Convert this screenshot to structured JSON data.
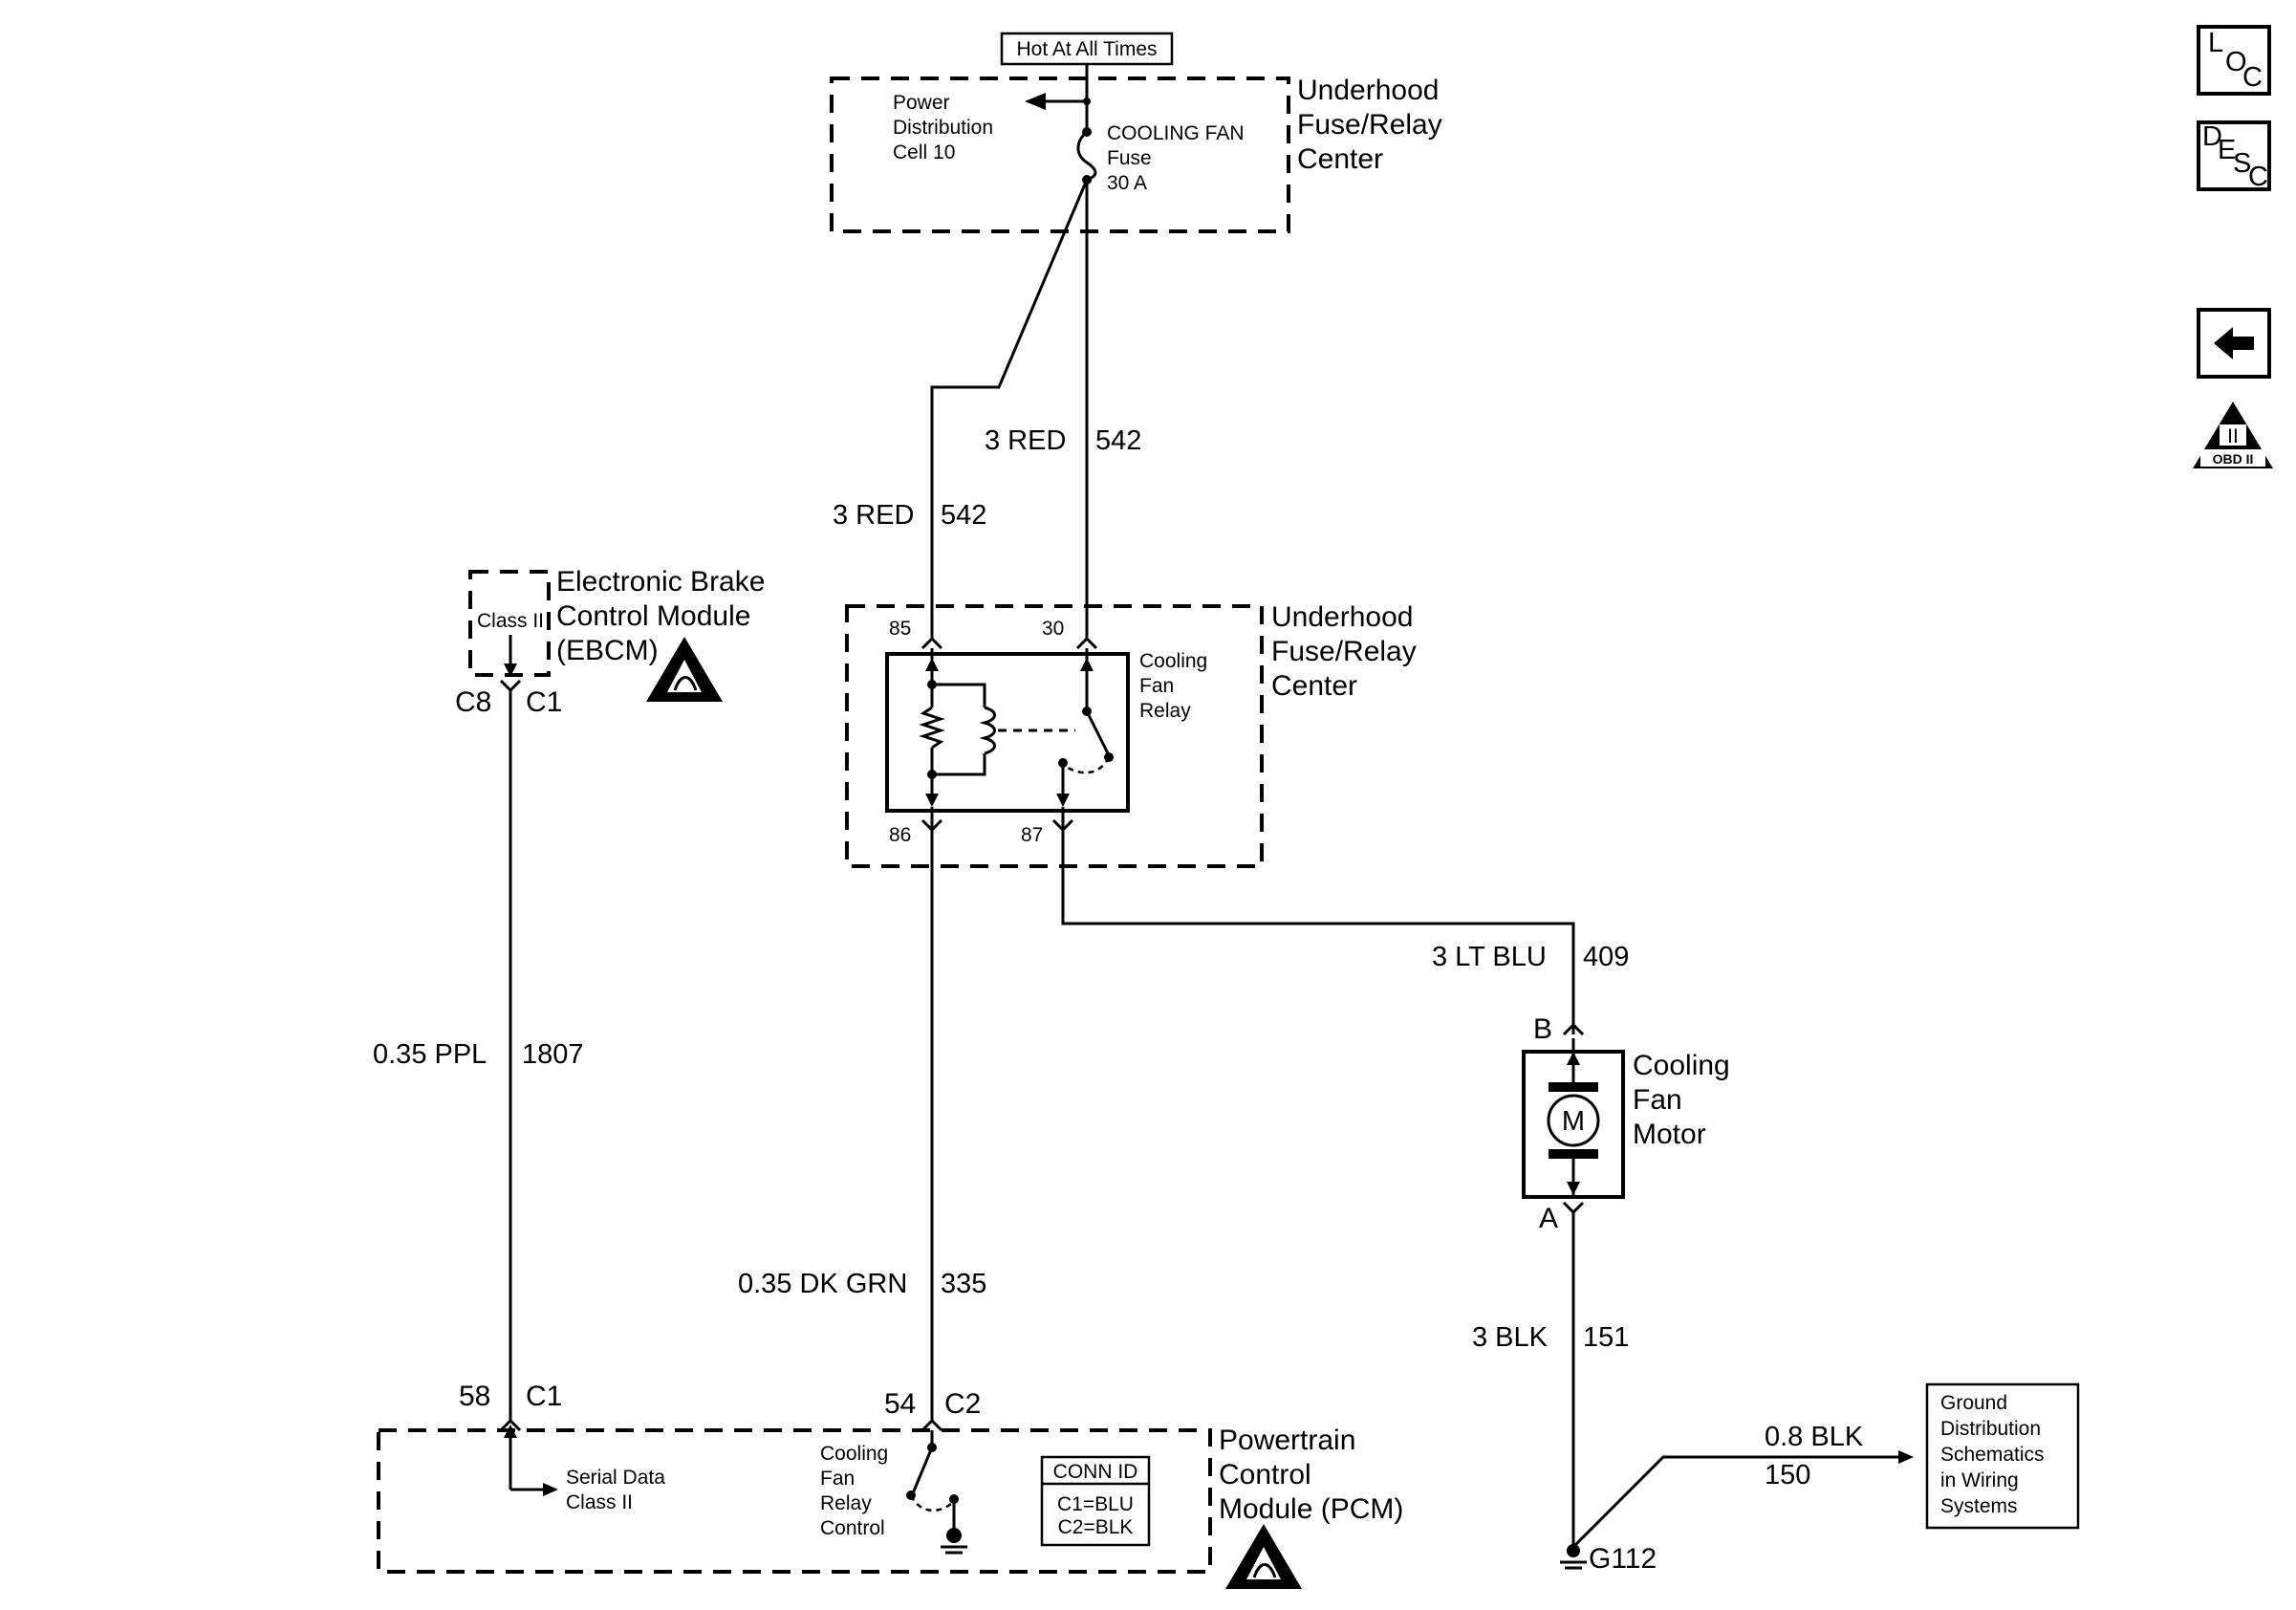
{
  "supply": {
    "hot_label": "Hot At All Times",
    "fuse_center_title": [
      "Underhood",
      "Fuse/Relay",
      "Center"
    ],
    "power_distribution": [
      "Power",
      "Distribution",
      "Cell 10"
    ],
    "fuse": [
      "COOLING FAN",
      "Fuse",
      "30 A"
    ]
  },
  "wires": {
    "relay_coil_feed": {
      "size_color": "3 RED",
      "circuit": "542"
    },
    "relay_switch_feed": {
      "size_color": "3 RED",
      "circuit": "542"
    },
    "serial_data": {
      "size_color": "0.35 PPL",
      "circuit": "1807"
    },
    "relay_control": {
      "size_color": "0.35 DK GRN",
      "circuit": "335"
    },
    "fan_feed": {
      "size_color": "3 LT BLU",
      "circuit": "409"
    },
    "fan_ground": {
      "size_color": "3 BLK",
      "circuit": "151"
    },
    "ground_branch": {
      "size_color": "0.8 BLK",
      "circuit": "150"
    }
  },
  "relay": {
    "center_title": [
      "Underhood",
      "Fuse/Relay",
      "Center"
    ],
    "label": [
      "Cooling",
      "Fan",
      "Relay"
    ],
    "pins": {
      "p85": "85",
      "p30": "30",
      "p86": "86",
      "p87": "87"
    }
  },
  "ebcm": {
    "title": [
      "Electronic Brake",
      "Control Module",
      "(EBCM)"
    ],
    "class_label": "Class II",
    "pin": "C8",
    "connector": "C1"
  },
  "pcm": {
    "title": [
      "Powertrain",
      "Control",
      "Module (PCM)"
    ],
    "serial_label": [
      "Serial Data",
      "Class II"
    ],
    "serial_pin": "58",
    "serial_connector": "C1",
    "relay_control_label": [
      "Cooling",
      "Fan",
      "Relay",
      "Control"
    ],
    "control_pin": "54",
    "control_connector": "C2",
    "conn_id": {
      "title": "CONN ID",
      "rows": [
        "C1=BLU",
        "C2=BLK"
      ]
    }
  },
  "motor": {
    "title": [
      "Cooling",
      "Fan",
      "Motor"
    ],
    "symbol": "M",
    "pin_b": "B",
    "pin_a": "A"
  },
  "ground": {
    "id": "G112",
    "reference": [
      "Ground",
      "Distribution",
      "Schematics",
      "in Wiring",
      "Systems"
    ]
  },
  "nav": {
    "loc": [
      "L",
      "O",
      "C"
    ],
    "desc": [
      "D",
      "E",
      "S",
      "C"
    ],
    "back_icon": "left-arrow-icon",
    "obd": {
      "roman": "II",
      "label": "OBD II"
    }
  }
}
